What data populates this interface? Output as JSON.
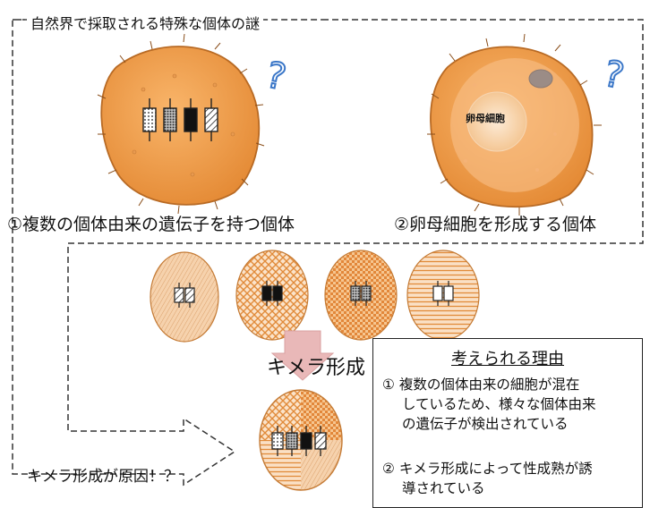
{
  "title": "自然界で採取される特殊な個体の謎",
  "top_left": {
    "caption": "①複数の個体由来の遺伝子を持つ個体",
    "question_mark": "?"
  },
  "top_right": {
    "caption": "②卵母細胞を形成する個体",
    "question_mark": "?",
    "cell_label": "卵母細胞"
  },
  "chimera_label": "キメラ形成",
  "cause_text": "キメラ形成が原因！？",
  "reasons_box": {
    "title": "考えられる理由",
    "reason1": [
      "① 複数の個体由来の細胞が混在",
      "しているため、様々な個体由来",
      "の遺伝子が検出されている"
    ],
    "reason2": [
      "② キメラ形成によって性成熟が誘",
      "導されている"
    ]
  },
  "colors": {
    "body_orange": "#f0a050",
    "body_edge": "#c8742a",
    "light_peach": "#f6d2ad",
    "arrow_pink": "#e9b8b8",
    "question_blue": "#3b77c8"
  }
}
